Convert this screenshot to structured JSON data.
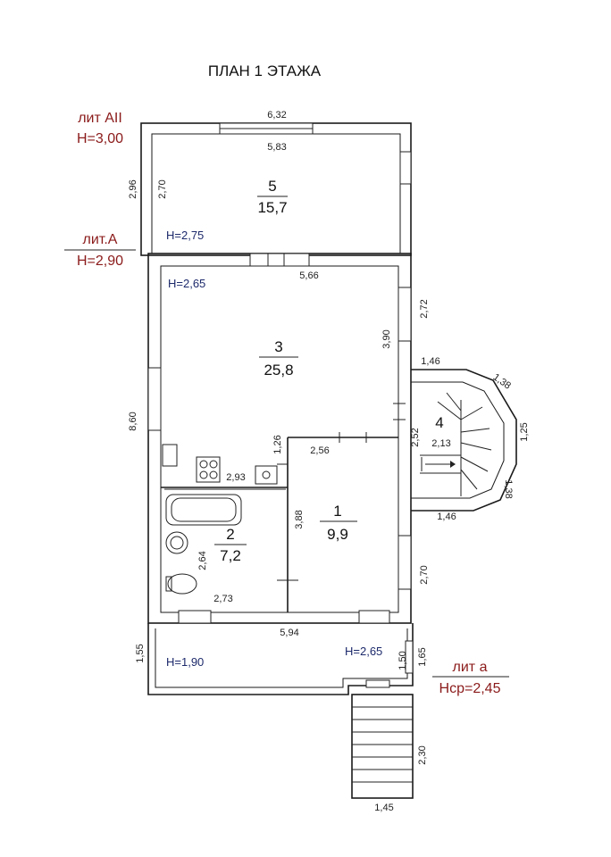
{
  "title": "ПЛАН 1 ЭТАЖА",
  "labels": {
    "lit_aii": "лит АII",
    "h_aii": "Н=3,00",
    "lit_a": "лит.А",
    "h_a": "Н=2,90",
    "lit_a_small": "лит а",
    "h_avg": "Нср=2,45"
  },
  "heights": {
    "room5": "Н=2,75",
    "room3": "Н=2,65",
    "veranda_left": "Н=1,90",
    "veranda_right": "Н=2,65"
  },
  "rooms": [
    {
      "num": "5",
      "area": "15,7"
    },
    {
      "num": "3",
      "area": "25,8"
    },
    {
      "num": "4"
    },
    {
      "num": "1",
      "area": "9,9"
    },
    {
      "num": "2",
      "area": "7,2"
    }
  ],
  "dimensions": {
    "d632": "6,32",
    "d583": "5,83",
    "d296": "2,96",
    "d270a": "2,70",
    "d566": "5,66",
    "d272": "2,72",
    "d390": "3,90",
    "d146a": "1,46",
    "d138a": "1,38",
    "d125": "1,25",
    "d138b": "1,38",
    "d213": "2,13",
    "d252": "2,52",
    "d146b": "1,46",
    "d860": "8,60",
    "d126": "1,26",
    "d256": "2,56",
    "d293": "2,93",
    "d388": "3,88",
    "d264": "2,64",
    "d273": "2,73",
    "d270b": "2,70",
    "d594": "5,94",
    "d155": "1,55",
    "d150": "1,50",
    "d165": "1,65",
    "d230": "2,30",
    "d145": "1,45"
  }
}
